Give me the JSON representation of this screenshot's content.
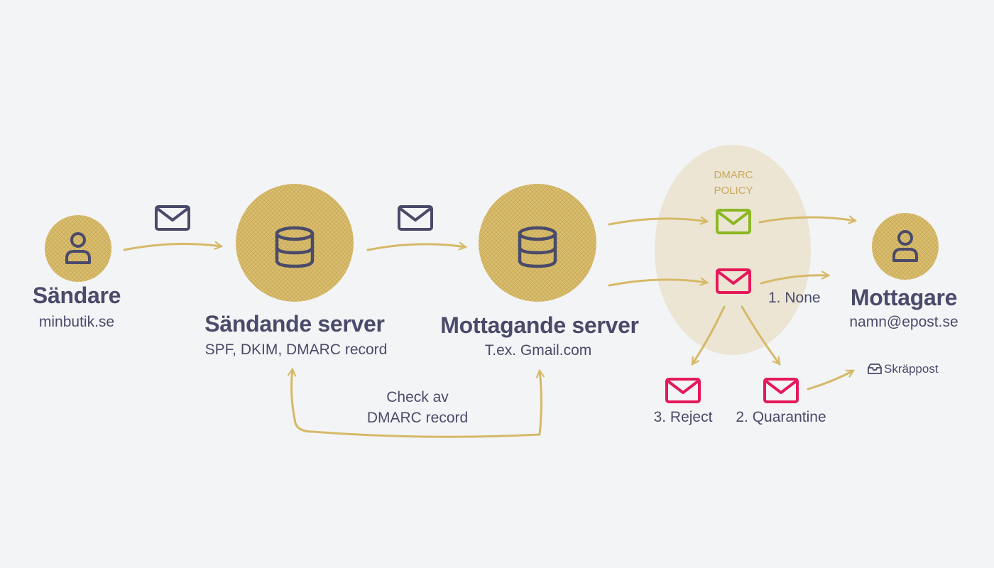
{
  "colors": {
    "background": "#f3f4f6",
    "gold": "#d6b968",
    "navy": "#4a4a6a",
    "pass_green": "#8ab820",
    "fail_pink": "#e5195a",
    "policy_bubble": "#ece5d4"
  },
  "sender": {
    "title": "Sändare",
    "subtitle": "minbutik.se",
    "icon": "user-icon"
  },
  "sending_server": {
    "title": "Sändande server",
    "subtitle": "SPF, DKIM, DMARC record",
    "icon": "database-icon"
  },
  "receiving_server": {
    "title": "Mottagande server",
    "subtitle": "T.ex. Gmail.com",
    "icon": "database-icon"
  },
  "receiver": {
    "title": "Mottagare",
    "subtitle": "namn@epost.se",
    "icon": "user-icon"
  },
  "dmarc_check": {
    "line1": "Check av",
    "line2": "DMARC record"
  },
  "policy": {
    "title_line1": "DMARC",
    "title_line2": "POLICY",
    "none": "1. None",
    "quarantine": "2. Quarantine",
    "reject": "3. Reject"
  },
  "spam_folder": {
    "label": "Skräppost",
    "icon": "inbox-tray-icon"
  }
}
